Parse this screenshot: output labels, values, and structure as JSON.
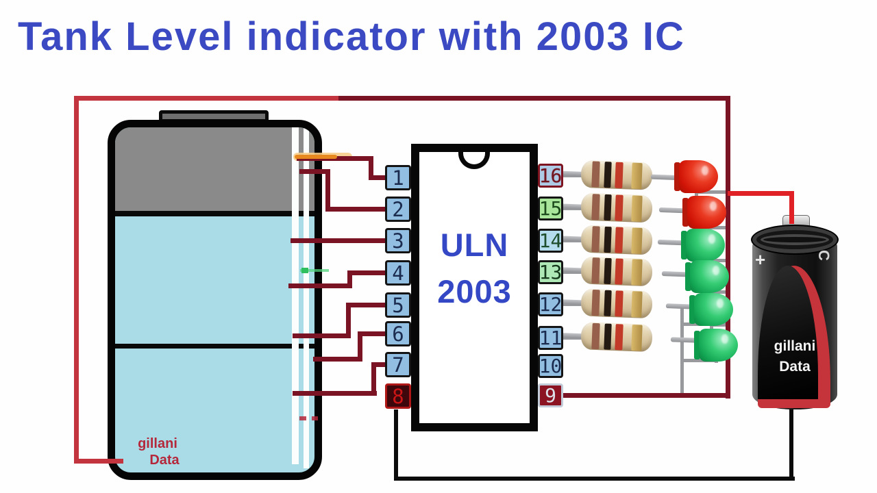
{
  "title": "Tank Level indicator with 2003 IC",
  "ic": {
    "label_line1": "ULN",
    "label_line2": "2003",
    "left_pins": [
      "1",
      "2",
      "3",
      "4",
      "5",
      "6",
      "7",
      "8"
    ],
    "right_pins": [
      "16",
      "15",
      "14",
      "13",
      "12",
      "11",
      "10",
      "9"
    ]
  },
  "tank": {
    "watermark_line1": "gillani",
    "watermark_line2": "Data"
  },
  "battery": {
    "polarity_label": "+",
    "size_label": "C",
    "watermark_line1": "gillani",
    "watermark_line2": "Data"
  },
  "components": {
    "resistors": {
      "count": 6,
      "band_colors": [
        "brown",
        "black",
        "red",
        "gold"
      ]
    },
    "leds": {
      "colors": [
        "red",
        "red",
        "green",
        "green",
        "green",
        "green"
      ]
    }
  },
  "colors": {
    "wire_dark_red": "#7A1424",
    "wire_bright_red": "#C2353E",
    "wire_battery_red": "#E02226",
    "wire_orange": "#E8891F",
    "wire_black": "#0B0B0B",
    "wire_gray": "#97999C",
    "title_blue": "#3B4AC2",
    "ic_text_blue": "#3448C6",
    "water_cyan": "#A9DCE6",
    "tank_gray": "#8A8A8A",
    "watermark_red": "#B5273B"
  }
}
